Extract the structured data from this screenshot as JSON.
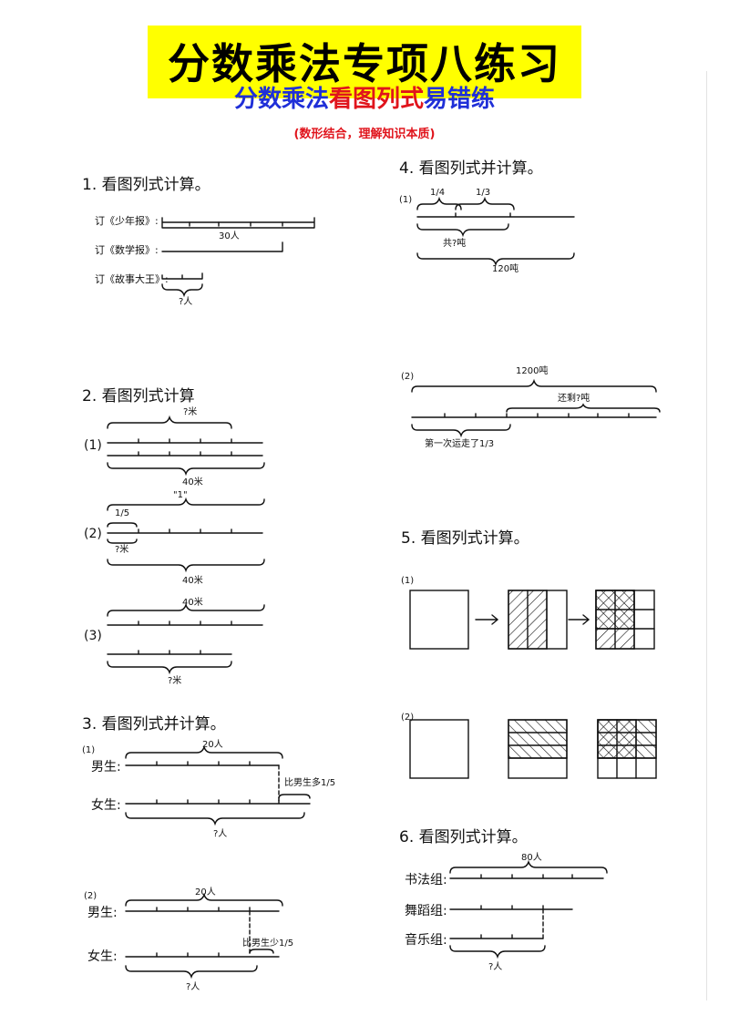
{
  "header": {
    "title": "分数乘法专项八练习",
    "subtitle_part1": "分数乘法",
    "subtitle_part2": "看图列式",
    "subtitle_part3": "易错练",
    "tagline": "(数形结合，理解知识本质)"
  },
  "colors": {
    "title_bg": "#ffff00",
    "blue": "#1f2fd8",
    "red": "#e0141c",
    "ink": "#111111"
  },
  "q1": {
    "heading": "1. 看图列式计算。",
    "row1_label": "订《少年报》:",
    "row2_label": "订《数学报》:",
    "row3_label": "订《故事大王》:",
    "total": "30人",
    "unknown": "?人"
  },
  "q2": {
    "heading": "2. 看图列式计算",
    "p1": {
      "num": "(1)",
      "top": "?米",
      "bottom": "40米",
      "unit_mark": "\"1\""
    },
    "p2": {
      "num": "(2)",
      "frac": "1/5",
      "unknown": "?米",
      "bottom": "40米"
    },
    "p3": {
      "num": "(3)",
      "top": "40米",
      "bottom": "?米"
    }
  },
  "q3": {
    "heading": "3. 看图列式并计算。",
    "p1": {
      "num": "(1)",
      "boys": "男生:",
      "girls": "女生:",
      "total": "20人",
      "note": "比男生多1/5",
      "unknown": "?人"
    },
    "p2": {
      "num": "(2)",
      "boys": "男生:",
      "girls": "女生:",
      "total": "20人",
      "note": "比男生少1/5",
      "unknown": "?人"
    }
  },
  "q4": {
    "heading": "4. 看图列式并计算。",
    "p1": {
      "num": "(1)",
      "frac1": "1/4",
      "frac2": "1/3",
      "partial": "共?吨",
      "total": "120吨"
    },
    "p2": {
      "num": "(2)",
      "total": "1200吨",
      "remain": "还剩?吨",
      "first": "第一次运走了1/3"
    }
  },
  "q5": {
    "heading": "5. 看图列式计算。",
    "p1": {
      "num": "(1)"
    },
    "p2": {
      "num": "(2)"
    }
  },
  "q6": {
    "heading": "6. 看图列式计算。",
    "row1": "书法组:",
    "row2": "舞蹈组:",
    "row3": "音乐组:",
    "total": "80人",
    "unknown": "?人"
  }
}
